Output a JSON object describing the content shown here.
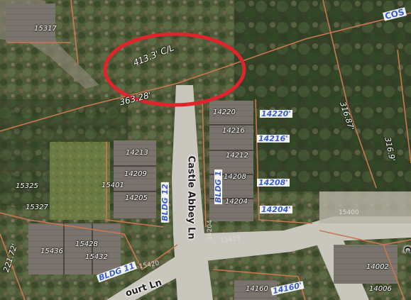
{
  "map": {
    "dimension_labels": {
      "top_cl": "413.3' C/L",
      "left_top": "363.28'",
      "right_a": "316.87'",
      "right_b": "316.9'",
      "left_bottom": "221.72'"
    },
    "buildings": {
      "bldg_1": "BLDG 1",
      "bldg_11": "BLDG 11",
      "bldg_12": "BLDG 12"
    },
    "addresses": {
      "a15317": "15317",
      "a14220": "14220",
      "a14216": "14216",
      "a14212": "14212",
      "a14208": "14208",
      "a14204": "14204",
      "a14213": "14213",
      "a14209": "14209",
      "a14205": "14205",
      "a15401": "15401",
      "a15325": "15325",
      "a15327": "15327",
      "a15428": "15428",
      "a15436": "15436",
      "a15432": "15432",
      "a15400": "15400",
      "a15419": "15419",
      "a14204b": "14204",
      "a15420": "15420",
      "a14002": "14002",
      "a14006": "14006",
      "a14160": "14160"
    },
    "blue_labels": {
      "b14220": "14220'",
      "b14216": "14216'",
      "b14208": "14208'",
      "b14204": "14204'",
      "b14160": "14160'"
    },
    "streets": {
      "castle_abbey": "Castle Abbey Ln",
      "court": "ourt Ln",
      "cos": "COS",
      "c_right": "C"
    },
    "colors": {
      "highlight_ellipse": "#e0242c",
      "parcel_lines": "#c9774f",
      "label_blue": "#3a5ec8",
      "road": "#c9c6bd"
    }
  }
}
